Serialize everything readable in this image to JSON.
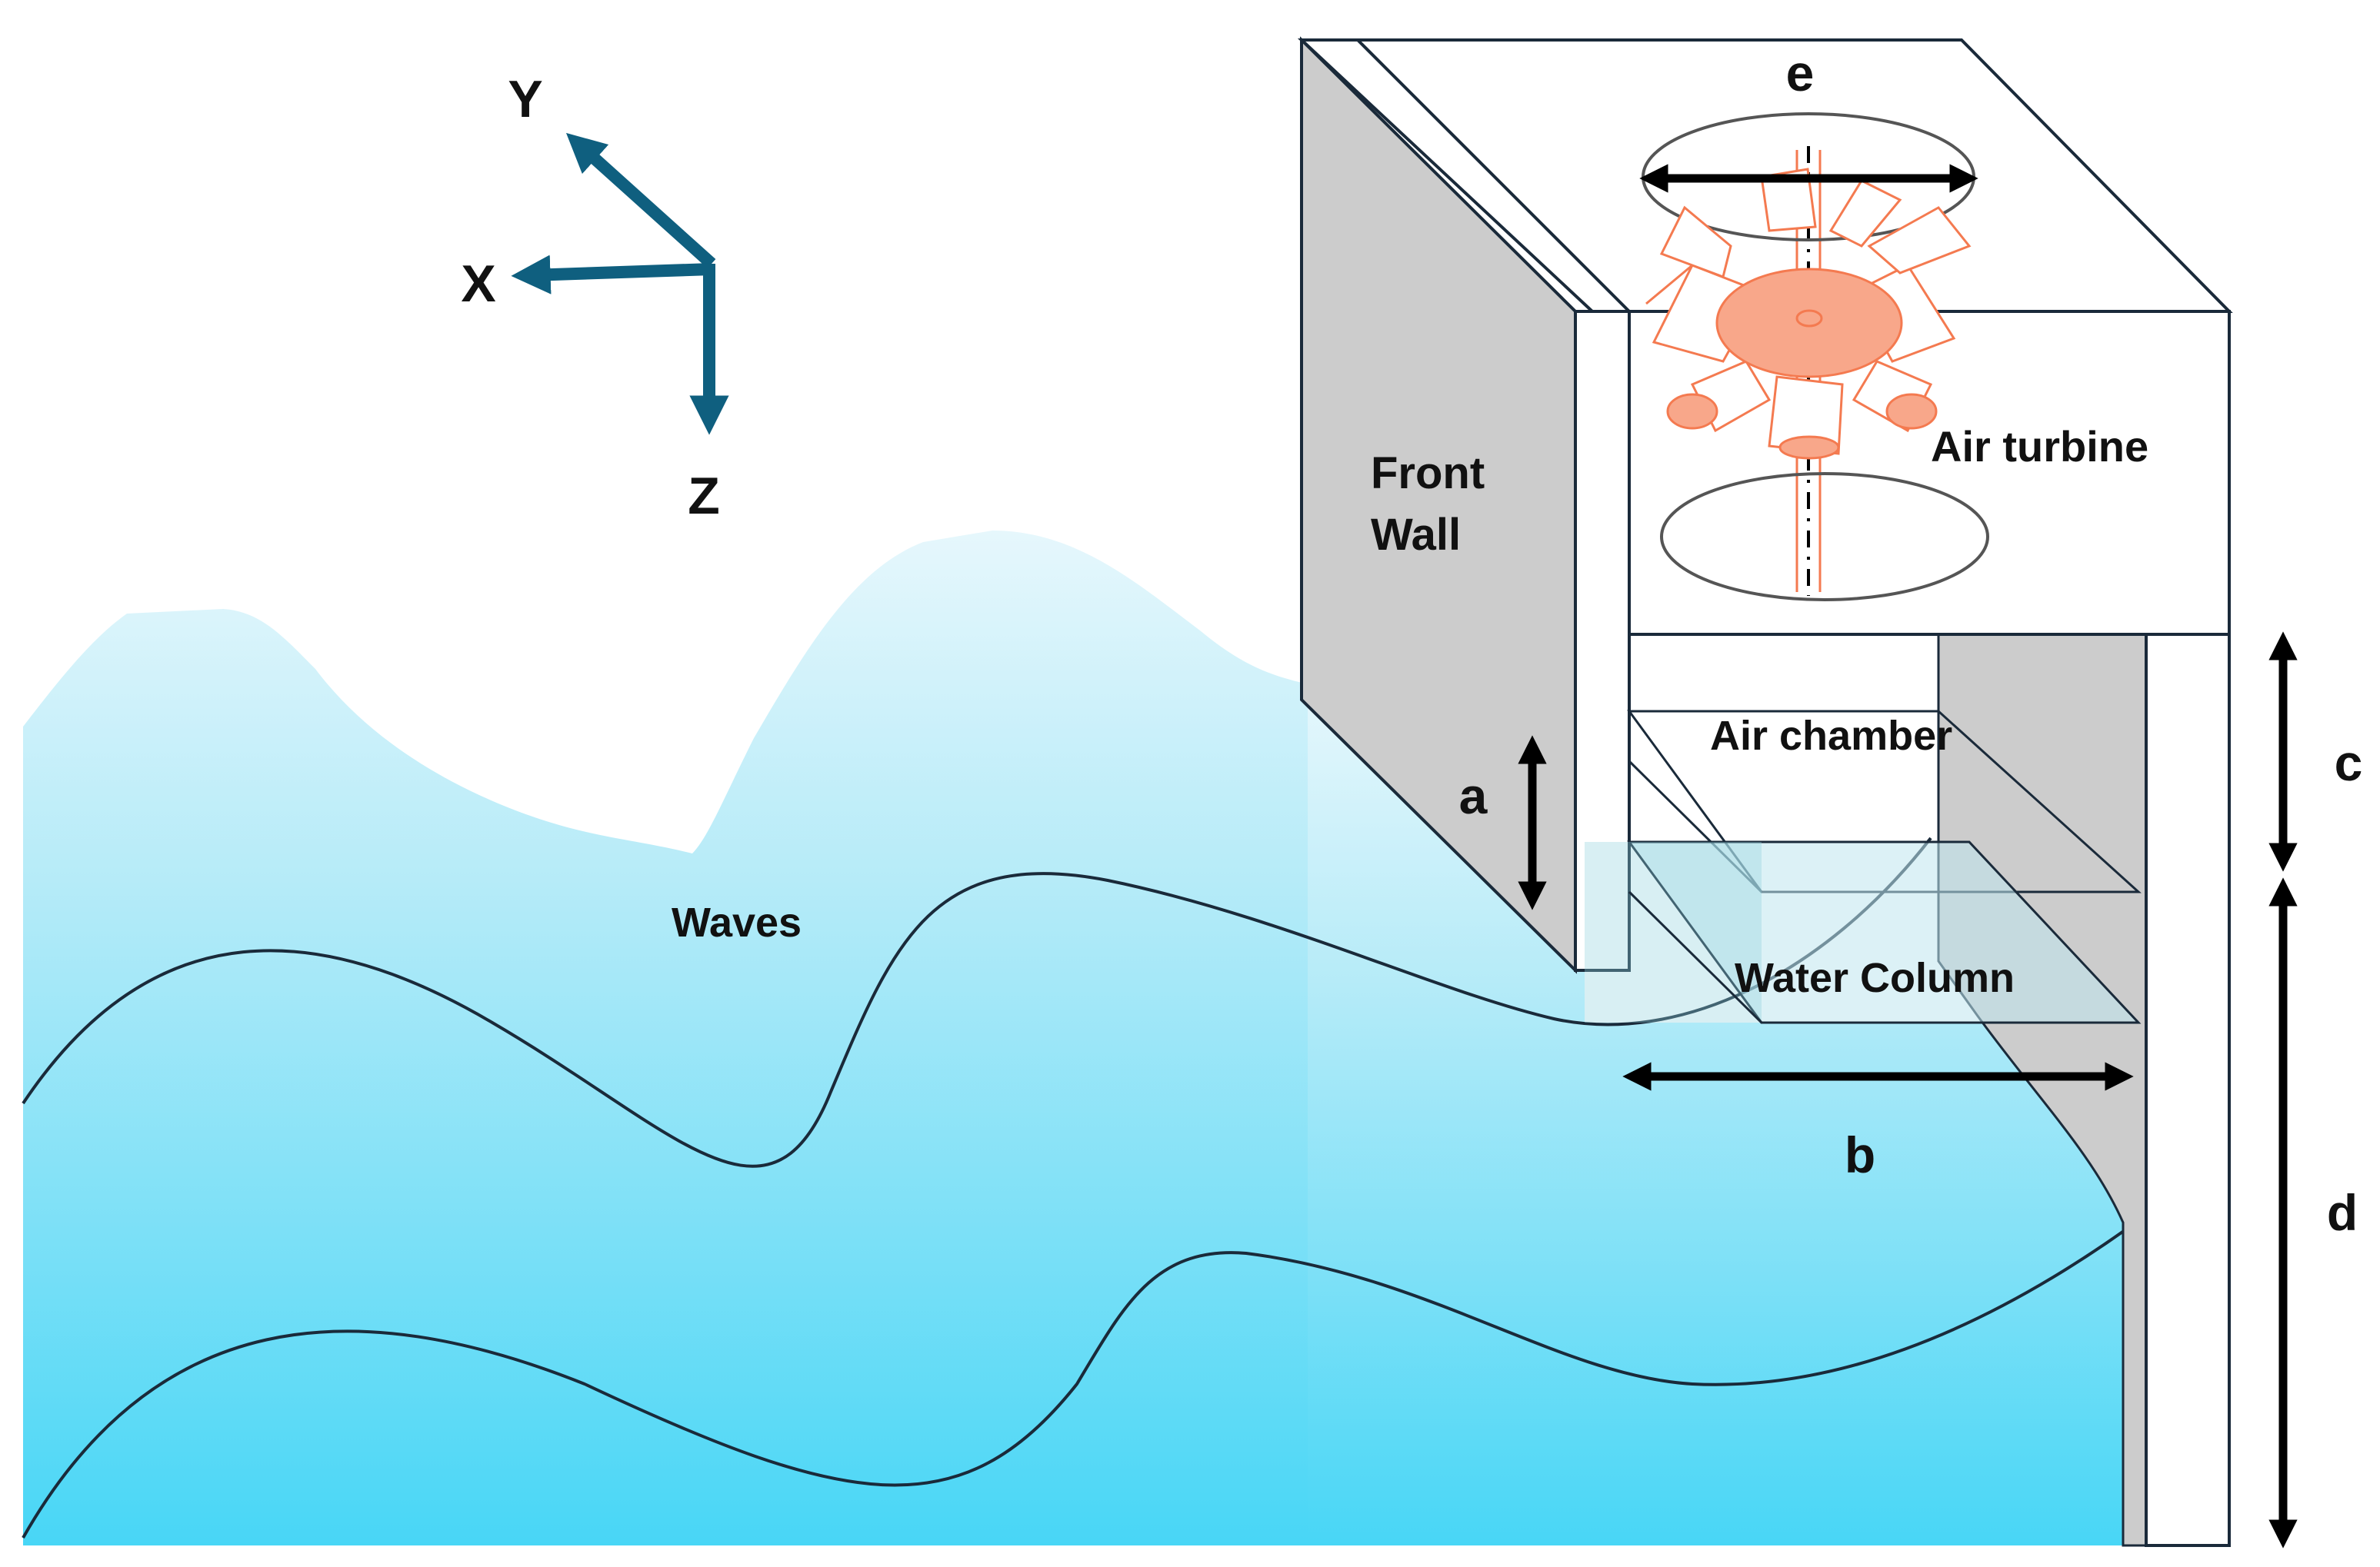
{
  "axes": {
    "x": "X",
    "y": "Y",
    "z": "Z"
  },
  "labels": {
    "front_wall": [
      "Front",
      "Wall"
    ],
    "air_turbine": "Air turbine",
    "air_chamber": "Air chamber",
    "water_column": "Water Column",
    "waves": "Waves"
  },
  "dimensions": {
    "a": "a",
    "b": "b",
    "c": "c",
    "d": "d",
    "e": "e"
  },
  "colors": {
    "axis_arrow": "#0f5f7f",
    "wall_gray": "#cccccc",
    "outline": "#1a2a3a",
    "turbine_orange": "#f47a50",
    "water_light": "#e3f6fc",
    "water_deep": "#48d6f6"
  }
}
